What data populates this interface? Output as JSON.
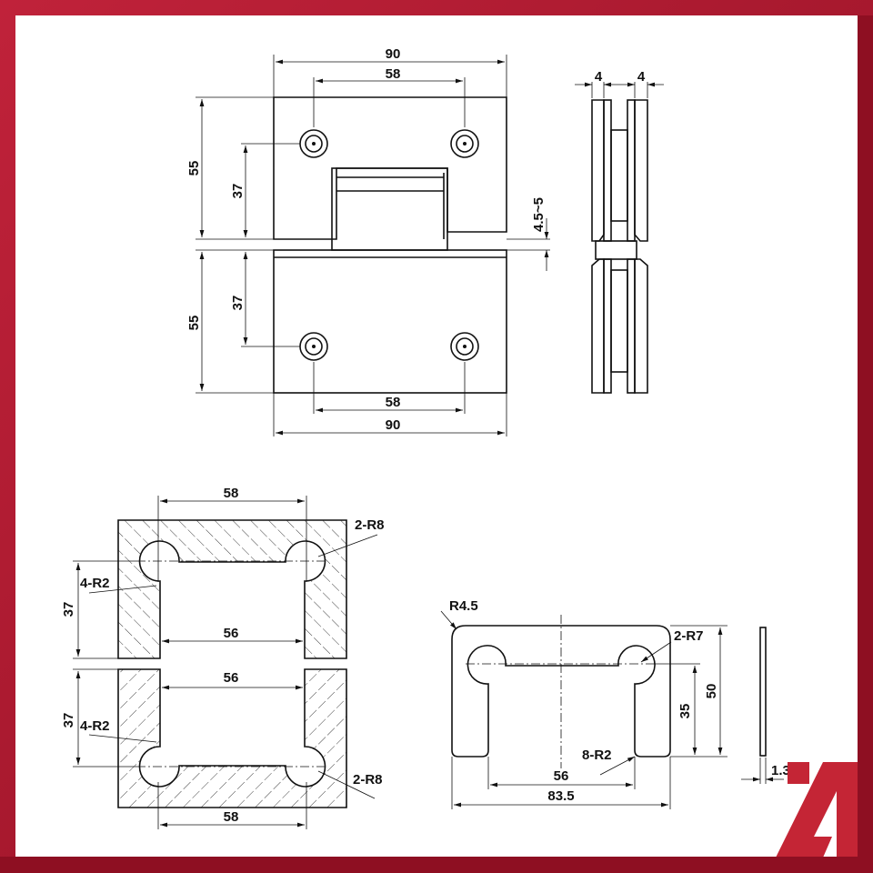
{
  "colors": {
    "frame": "#b01c30",
    "logo": "#c42535",
    "line": "#111111"
  },
  "hinge_front": {
    "width_top": "90",
    "holes_top": "58",
    "height_top": "55",
    "hole_offset_top": "37",
    "gap": "4.5~5",
    "height_bottom": "55",
    "hole_offset_bottom": "37",
    "holes_bottom": "58",
    "width_bottom": "90"
  },
  "hinge_side": {
    "left_thickness": "4",
    "right_thickness": "4"
  },
  "glass_cutout": {
    "top_holes": "58",
    "top_radius": "2-R8",
    "top_corner_radius": "4-R2",
    "top_depth": "37",
    "top_width": "56",
    "bottom_width": "56",
    "bottom_depth": "37",
    "bottom_corner_radius": "4-R2",
    "bottom_radius": "2-R8",
    "bottom_holes": "58"
  },
  "gasket": {
    "corner_radius": "R4.5",
    "hole_radius": "2-R7",
    "height": "50",
    "depth": "35",
    "inner_radius": "8-R2",
    "inner_width": "56",
    "outer_width": "83.5",
    "thickness": "1.3"
  },
  "logo": {
    "letter": "A"
  }
}
